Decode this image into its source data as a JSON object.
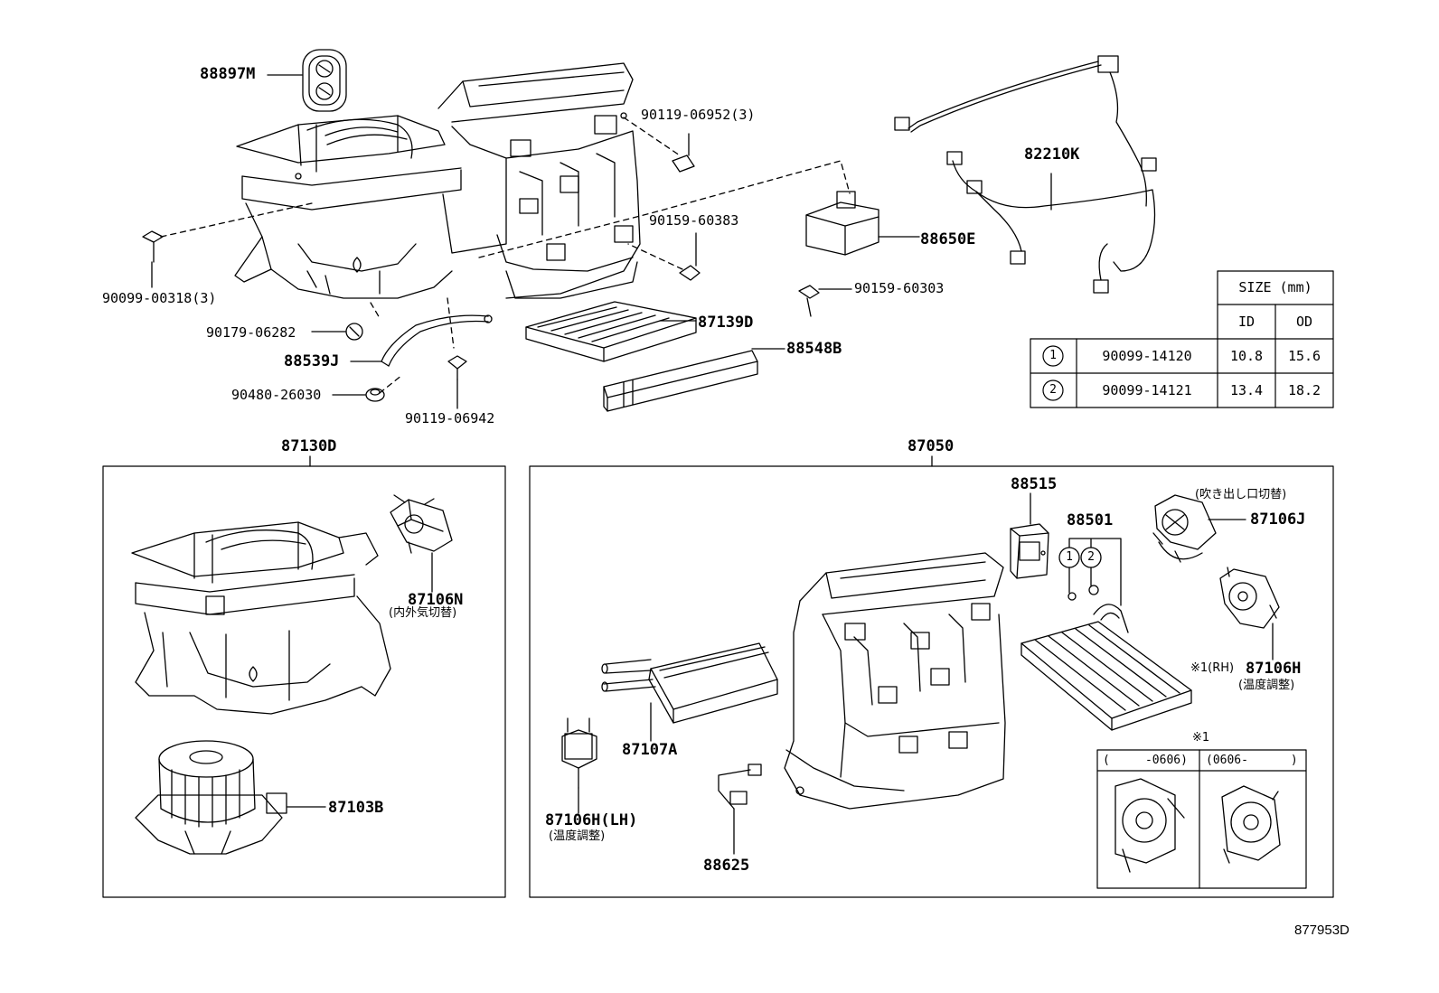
{
  "diagram_id": "877953D",
  "parts": {
    "p88897M": "88897M",
    "p90119_06952": "90119-06952(3)",
    "p82210K": "82210K",
    "p90159_60383": "90159-60383",
    "p88650E": "88650E",
    "p90099_00318": "90099-00318(3)",
    "p90159_60303": "90159-60303",
    "p90179_06282": "90179-06282",
    "p87139D": "87139D",
    "p88539J": "88539J",
    "p88548B": "88548B",
    "p90480_26030": "90480-26030",
    "p90119_06942": "90119-06942",
    "p87130D": "87130D",
    "p87050": "87050",
    "p87106N": "87106N",
    "p87106N_note": "(内外気切替)",
    "p87103B": "87103B",
    "p88515": "88515",
    "p88501": "88501",
    "p87106J": "87106J",
    "p87106J_note": "(吹き出し口切替)",
    "p87106H_RH": "87106H",
    "p87106H_RH_prefix": "※1(RH)",
    "p87106H_RH_note": "(温度調整)",
    "p87107A": "87107A",
    "p87106H_LH": "87106H(LH)",
    "p87106H_LH_note": "(温度調整)",
    "p88625": "88625",
    "note_ref": "※1",
    "circle1": "1",
    "circle2": "2"
  },
  "size_table": {
    "header": "SIZE (mm)",
    "col_id": "ID",
    "col_od": "OD",
    "rows": [
      {
        "marker": "1",
        "part": "90099-14120",
        "id": "10.8",
        "od": "15.6"
      },
      {
        "marker": "2",
        "part": "90099-14121",
        "id": "13.4",
        "od": "18.2"
      }
    ]
  },
  "version_box": {
    "col1": "(     -0606)",
    "col2": "(0606-      )"
  }
}
